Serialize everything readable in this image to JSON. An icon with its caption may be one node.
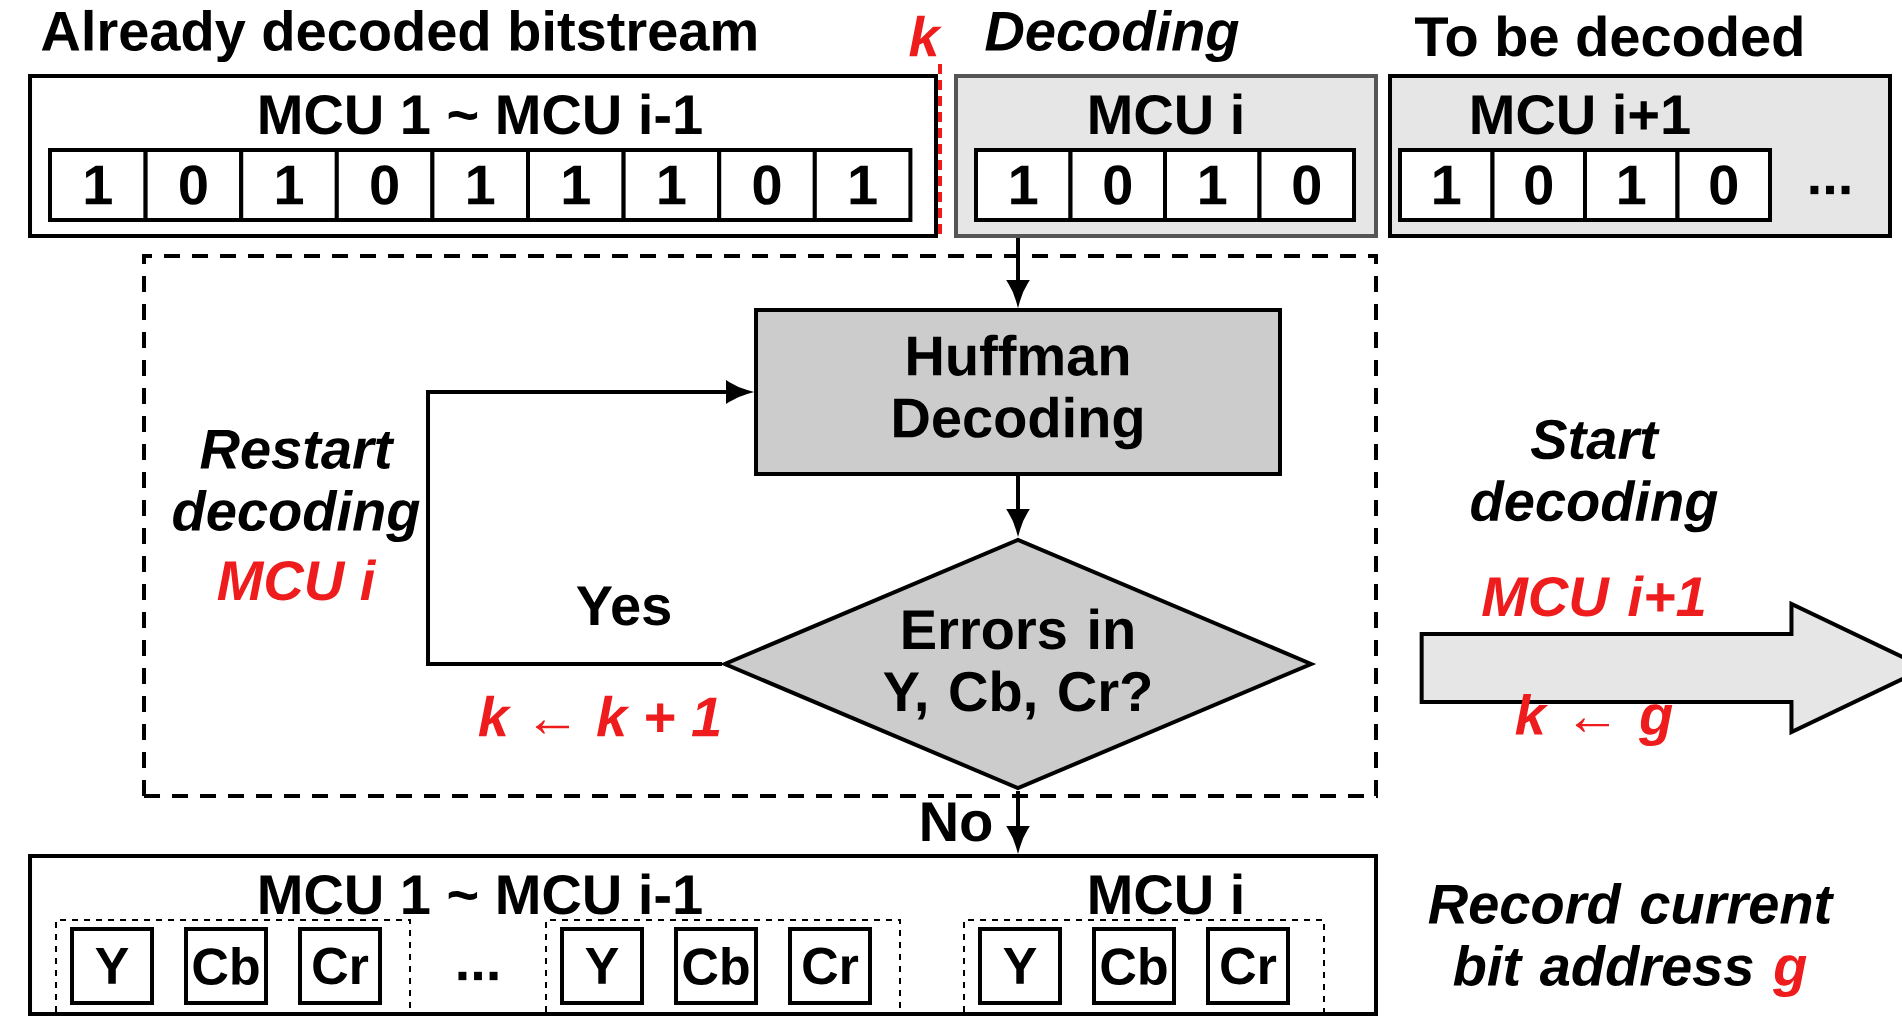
{
  "diagram": {
    "nodes": [
      {
        "text": [
          "Already decoded bitstream",
          "MCU 1 ~ MCU i-1"
        ]
      },
      {
        "text": [
          "1"
        ],
        "in": 0
      },
      {
        "text": [
          "0"
        ],
        "in": 0
      },
      {
        "text": [
          "1"
        ],
        "in": 0
      },
      {
        "text": [
          "0"
        ],
        "in": 0
      },
      {
        "text": [
          "1"
        ],
        "in": 0
      },
      {
        "text": [
          "1"
        ],
        "in": 0
      },
      {
        "text": [
          "1"
        ],
        "in": 0
      },
      {
        "text": [
          "0"
        ],
        "in": 0
      },
      {
        "text": [
          "1"
        ],
        "in": 0
      },
      {
        "text": [
          "Decoding",
          "MCU i"
        ]
      },
      {
        "text": [
          "1"
        ],
        "in": 10
      },
      {
        "text": [
          "0"
        ],
        "in": 10
      },
      {
        "text": [
          "1"
        ],
        "in": 10
      },
      {
        "text": [
          "0"
        ],
        "in": 10
      },
      {
        "text": [
          "To be decoded",
          "MCU i+1"
        ]
      },
      {
        "text": [
          "1"
        ],
        "in": 15
      },
      {
        "text": [
          "0"
        ],
        "in": 15
      },
      {
        "text": [
          "1"
        ],
        "in": 15
      },
      {
        "text": [
          "0"
        ],
        "in": 15
      },
      {
        "text": [],
        "shape": "box"
      },
      {
        "text": [
          "Huffman Decoding"
        ],
        "in": 20
      },
      {
        "text": [
          "Errors in Y, Cb, Cr?"
        ],
        "in": 20
      },
      {
        "text": [
          "MCU 1 ~ MCU i-1",
          "MCU i"
        ]
      },
      {
        "text": [],
        "shape": "box",
        "in": 23
      },
      {
        "text": [
          "Y"
        ],
        "in": 24
      },
      {
        "text": [
          "Cb"
        ],
        "in": 24
      },
      {
        "text": [
          "Cr"
        ],
        "in": 24
      },
      {
        "text": [],
        "shape": "box",
        "in": 23
      },
      {
        "text": [
          "Y"
        ],
        "in": 28
      },
      {
        "text": [
          "Cb"
        ],
        "in": 28
      },
      {
        "text": [
          "Cr"
        ],
        "in": 28
      },
      {
        "text": [],
        "shape": "box",
        "in": 23
      },
      {
        "text": [
          "Y"
        ],
        "in": 32
      },
      {
        "text": [
          "Cb"
        ],
        "in": 32
      },
      {
        "text": [
          "Cr"
        ],
        "in": 32
      },
      {
        "text": [],
        "shape": "arrow",
        "beside": [
          "Start decoding",
          "MCU i+1",
          "k ← g"
        ]
      }
    ],
    "edges": [
      {
        "from": 10,
        "to": 21,
        "arrow": "to"
      },
      {
        "from": 21,
        "to": 22,
        "arrow": "to"
      },
      {
        "from": 22,
        "to": 21,
        "arrow": "to",
        "label": "Yes"
      },
      {
        "from": 22,
        "to": 23,
        "arrow": "to",
        "label": "No"
      }
    ],
    "labels": [
      "k",
      "...",
      "Restart decoding",
      "MCU i",
      "k ← k + 1",
      "...",
      "Record current bit address",
      "g"
    ]
  }
}
